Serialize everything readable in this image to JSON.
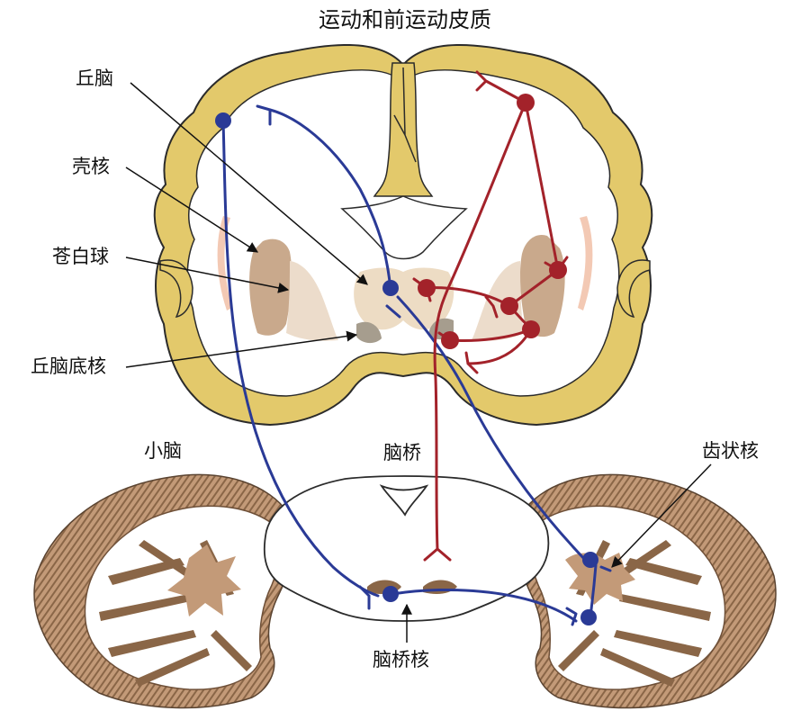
{
  "title": "运动和前运动皮质",
  "labels": {
    "thalamus": "丘脑",
    "putamen": "壳核",
    "globus_pallidus": "苍白球",
    "subthalamic_nucleus": "丘脑底核",
    "cerebellum": "小脑",
    "pons": "脑桥",
    "dentate_nucleus": "齿状核",
    "pontine_nuclei": "脑桥核"
  },
  "colors": {
    "cortex": "#e3c96b",
    "cortex_outline": "#2b2b2b",
    "putamen": "#c9a98c",
    "globus_pallidus": "#ecdccb",
    "internal_capsule": "#f3c9b4",
    "thalamus": "#eddcc4",
    "subthalamic": "#a69d8e",
    "cerebellar_cortex": "#c39a78",
    "cerebellar_stripe": "#8a6647",
    "white_matter": "#ffffff",
    "blue_pathway": "#2a3a96",
    "red_pathway": "#a3222a"
  }
}
